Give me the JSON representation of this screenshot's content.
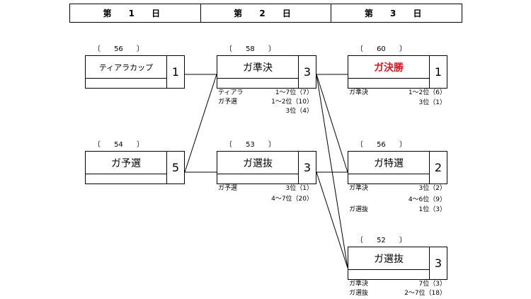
{
  "header": [
    "第 1 日",
    "第 2 日",
    "第 3 日"
  ],
  "boxes": [
    {
      "id": "tiara-cup",
      "bracket": "〔      56      〕",
      "name": "ティアラカップ",
      "num": "1"
    },
    {
      "id": "ga-yosen",
      "bracket": "〔      54      〕",
      "name": "ガ予選",
      "num": "5"
    },
    {
      "id": "ga-junketsu",
      "bracket": "〔      58      〕",
      "name": "ガ準決",
      "num": "3",
      "notes": [
        {
          "l": "ティアラ",
          "r": "1～7位（7）"
        },
        {
          "l": "ガ予選",
          "r": "1～2位（10）"
        },
        {
          "l": "",
          "r": "3位（4）"
        }
      ]
    },
    {
      "id": "ga-senbatsu-d2",
      "bracket": "〔      53      〕",
      "name": "ガ選抜",
      "num": "3",
      "notes": [
        {
          "l": "ガ予選",
          "r": "3位（1）"
        },
        {
          "l": "",
          "r": "4～7位（20）"
        }
      ]
    },
    {
      "id": "ga-kesshou",
      "bracket": "〔      60      〕",
      "name": "ガ決勝",
      "num": "1",
      "notes": [
        {
          "l": "ガ準決",
          "r": "1～2位（6）"
        },
        {
          "l": "",
          "r": "3位（1）"
        }
      ]
    },
    {
      "id": "ga-tokusen",
      "bracket": "〔      56      〕",
      "name": "ガ特選",
      "num": "2",
      "notes": [
        {
          "l": "ガ準決",
          "r": "3位（2）"
        },
        {
          "l": "",
          "r": "4～6位（9）"
        },
        {
          "l": "ガ選抜",
          "r": "1位（3）"
        }
      ]
    },
    {
      "id": "ga-senbatsu-d3",
      "bracket": "〔      52      〕",
      "name": "ガ選抜",
      "num": "3",
      "notes": [
        {
          "l": "ガ準決",
          "r": "7位（3）"
        },
        {
          "l": "ガ選抜",
          "r": "2～7位（18）"
        }
      ]
    }
  ],
  "colors": {
    "highlight": "#e8141e",
    "line": "#000000"
  }
}
